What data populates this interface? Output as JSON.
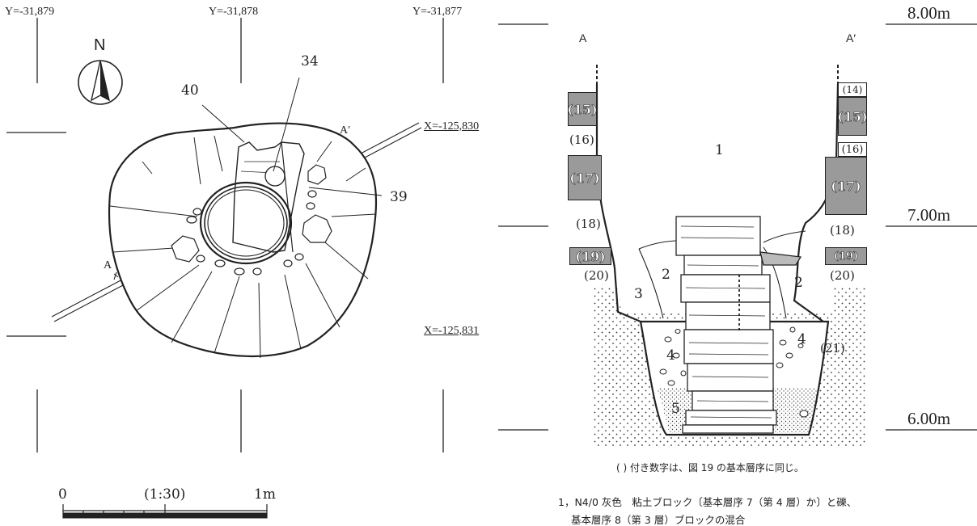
{
  "plan": {
    "y_coords": [
      "Y=-31,879",
      "Y=-31,878",
      "Y=-31,877"
    ],
    "x_coords": [
      "X=-125,830",
      "X=-125,831"
    ],
    "north_label": "N",
    "feature_labels": {
      "f40": "40",
      "f34": "34",
      "f39": "39"
    },
    "section_labels": {
      "a": "A",
      "a_prime": "A′"
    },
    "scale": {
      "start": "0",
      "ratio": "(1:30)",
      "end": "1m"
    }
  },
  "section": {
    "ends": {
      "a": "A",
      "a_prime": "A′"
    },
    "elevations": [
      "8.00m",
      "7.00m",
      "6.00m"
    ],
    "left_layers": {
      "l15": "(15)",
      "l16": "(16)",
      "l17": "(17)",
      "l18": "(18)",
      "l19": "(19)",
      "l20": "(20)"
    },
    "right_layers": {
      "l14": "(14)",
      "l15": "(15)",
      "l16": "(16)",
      "l17": "(17)",
      "l18": "(18)",
      "l19": "(19)",
      "l20": "(20)",
      "l21": "(21)"
    },
    "fill_layers": {
      "f1": "1",
      "f2a": "2",
      "f2b": "2",
      "f3": "3",
      "f4a": "4",
      "f4b": "4",
      "f5": "5"
    },
    "note": "( ) 付き数字は、図 19 の基本層序に同じ。"
  },
  "legend": {
    "line1": "1，N4/0 灰色　粘土ブロック〔基本層序 7（第 4 層）か〕と礫、",
    "line2": "基本層序 8（第 3 層）ブロックの混合"
  }
}
